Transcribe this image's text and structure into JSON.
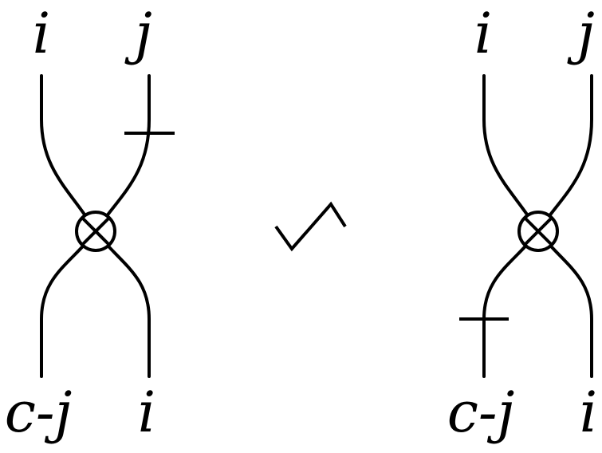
{
  "left_diagram": {
    "top_left": "i",
    "top_right": "j",
    "bottom_left": "c-j",
    "bottom_right": "i"
  },
  "relation_symbol": "≀",
  "right_diagram": {
    "top_left": "i",
    "top_right": "j",
    "bottom_left": "c-j",
    "bottom_right": "i"
  }
}
